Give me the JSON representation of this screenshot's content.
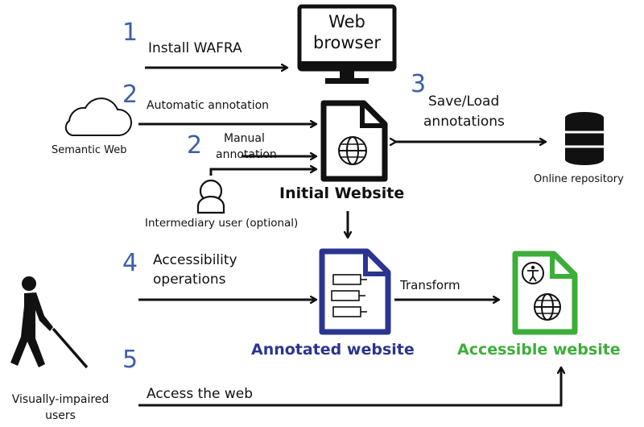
{
  "steps": {
    "s1": "1",
    "s2a": "2",
    "s2b": "2",
    "s3": "3",
    "s4": "4",
    "s5": "5"
  },
  "labels": {
    "install": "Install WAFRA",
    "web_browser_1": "Web",
    "web_browser_2": "browser",
    "automatic_annotation": "Automatic annotation",
    "manual_annotation_1": "Manual",
    "manual_annotation_2": "annotation",
    "semantic_web": "Semantic Web",
    "initial_website": "Initial Website",
    "intermediary_user": "Intermediary user (optional)",
    "save_load_1": "Save/Load",
    "save_load_2": "annotations",
    "online_repository": "Online repository",
    "accessibility_ops_1": "Accessibility",
    "accessibility_ops_2": "operations",
    "transform": "Transform",
    "annotated_website": "Annotated website",
    "accessible_website": "Accessible website",
    "visually_impaired_1": "Visually-impaired",
    "visually_impaired_2": "users",
    "access_web": "Access the web"
  },
  "colors": {
    "step_number": "#3d5fa8",
    "annotated": "#2b3590",
    "accessible": "#3cae3a",
    "ink": "#111111"
  },
  "icons": {
    "browser": "monitor-icon",
    "cloud": "cloud-icon",
    "document": "document-globe-icon",
    "database": "database-icon",
    "user": "user-icon",
    "annotated": "annotated-document-icon",
    "accessible": "accessible-document-icon",
    "walker": "blind-person-icon"
  }
}
